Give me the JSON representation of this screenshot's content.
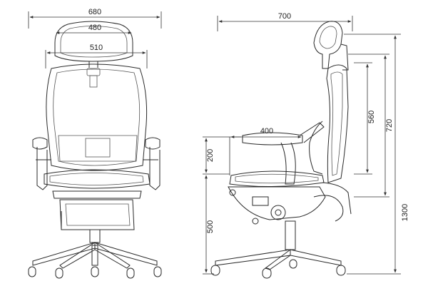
{
  "front_view": {
    "dims": {
      "overall_width": "680",
      "headrest_width": "480",
      "backrest_width": "510"
    }
  },
  "side_view": {
    "dims": {
      "overall_depth": "700",
      "seat_depth": "400",
      "backrest_height": "560",
      "back_total_height": "720",
      "overall_height": "1300",
      "armrest_height": "200",
      "seat_height": "500"
    }
  }
}
